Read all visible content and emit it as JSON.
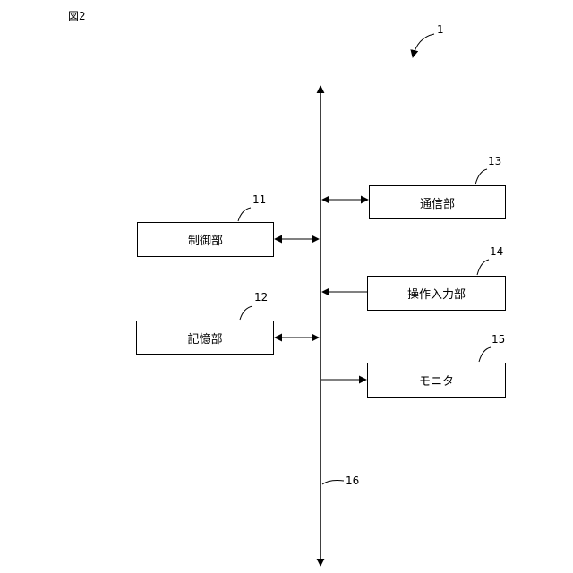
{
  "figure_label": "図2",
  "system_ref": "1",
  "bus_ref": "16",
  "blocks": {
    "control": {
      "label": "制御部",
      "ref": "11"
    },
    "storage": {
      "label": "記憶部",
      "ref": "12"
    },
    "communication": {
      "label": "通信部",
      "ref": "13"
    },
    "operation_input": {
      "label": "操作入力部",
      "ref": "14"
    },
    "monitor": {
      "label": "モニタ",
      "ref": "15"
    }
  }
}
